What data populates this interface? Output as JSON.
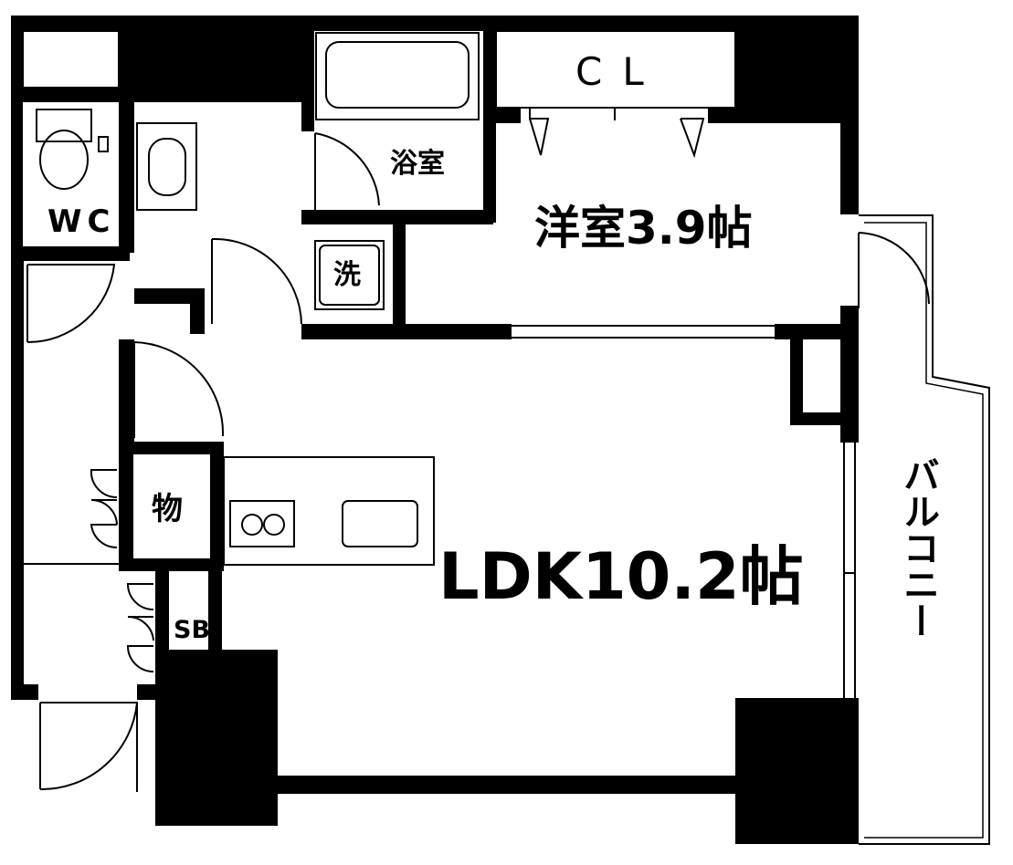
{
  "floor_plan": {
    "rooms": {
      "wc": "WC",
      "bathroom": "浴室",
      "western_room": "洋室3.9帖",
      "closet": "CL",
      "washer": "洗",
      "storage": "物",
      "shoe_box": "SB",
      "ldk": "LDK10.2帖",
      "balcony": "バルコニー"
    },
    "colors": {
      "wall": "#000000",
      "line": "#000000",
      "background": "#ffffff"
    }
  }
}
